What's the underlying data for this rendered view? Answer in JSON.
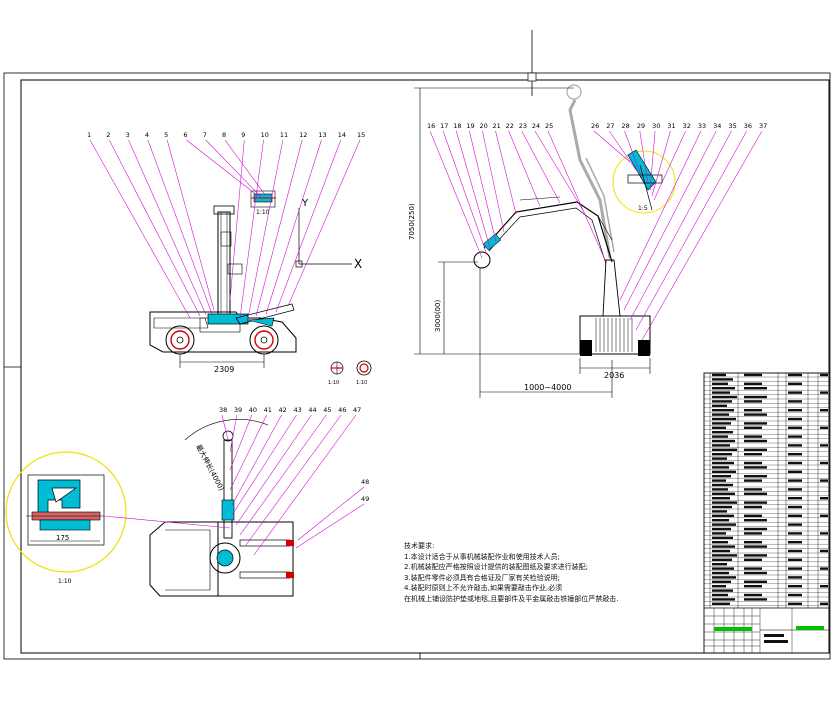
{
  "callouts": {
    "side_view": [
      "1",
      "2",
      "3",
      "4",
      "5",
      "6",
      "7",
      "8",
      "9",
      "10",
      "11",
      "12",
      "13",
      "14",
      "15"
    ],
    "front_view": [
      "16",
      "17",
      "18",
      "19",
      "20",
      "21",
      "22",
      "23",
      "24",
      "25",
      "26",
      "27",
      "28",
      "29",
      "30",
      "31",
      "32",
      "33",
      "34",
      "35",
      "36",
      "37"
    ],
    "top_view": [
      "38",
      "39",
      "40",
      "41",
      "42",
      "43",
      "44",
      "45",
      "46",
      "47"
    ],
    "right_marks": [
      "48",
      "49"
    ]
  },
  "dimensions": {
    "side_length": "2309",
    "front_width": "2036",
    "reach_range": "1000~4000",
    "total_height": "7050(250)",
    "mid_height": "3000(00)",
    "top_arc": "最大伸长(4000)",
    "detail_width": "175"
  },
  "scales": {
    "detail_small": "1:10",
    "detail_circle": "1:5",
    "detail_large": "1:10",
    "mini_a": "1:10",
    "mini_b": "1:10"
  },
  "axes": {
    "y": "Y",
    "x": "X"
  },
  "notes": {
    "title": "技术要求:",
    "items": [
      "1.本设计适合于从事机械装配作业和使用技术人员;",
      "2.机械装配应严格按照设计提供的装配图纸及要求进行装配;",
      "3.装配件零件必须具有合格证及厂家有关检验说明;",
      "4.装配时原则上不允许敲击,如果需要敲击作业,必须",
      "在机械上铺设防护垫或地毯,且要部件及平金属敲击铁锤部位严禁敲击."
    ]
  },
  "colors": {
    "leader": "#d400d4",
    "part": "#00bcd4",
    "frame": "#000000",
    "red": "#d40000",
    "green": "#00c000"
  }
}
